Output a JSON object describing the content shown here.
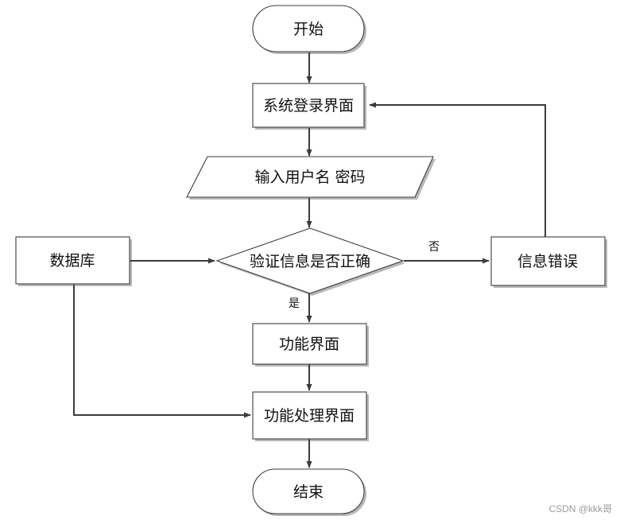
{
  "nodes": {
    "start": "开始",
    "login": "系统登录界面",
    "input": "输入用户名 密码",
    "verify": "验证信息是否正确",
    "database": "数据库",
    "error": "信息错误",
    "func": "功能界面",
    "func_proc": "功能处理界面",
    "end": "结束"
  },
  "edges": {
    "no": "否",
    "yes": "是"
  },
  "watermark": "CSDN @kkk哥"
}
